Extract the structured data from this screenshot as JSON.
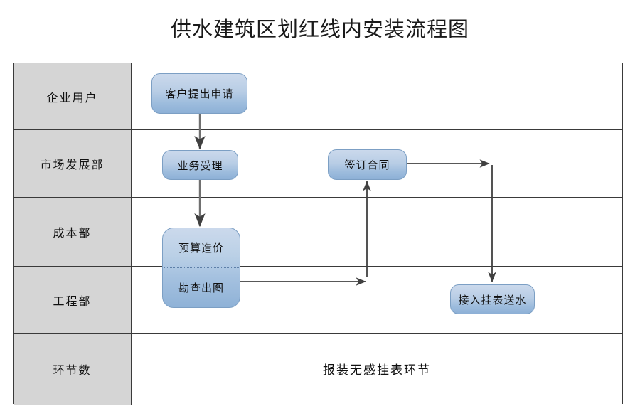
{
  "title": "供水建筑区划红线内安装流程图",
  "lanes": [
    {
      "label": "企业用户"
    },
    {
      "label": "市场发展部"
    },
    {
      "label": "成本部"
    },
    {
      "label": "工程部"
    },
    {
      "label": "环节数"
    }
  ],
  "nodes": {
    "apply": "客户提出申请",
    "accept": "业务受理",
    "contract": "签订合同",
    "budget": "预算造价",
    "survey": "勘查出图",
    "connect": "接入挂表送水"
  },
  "summary": "报装无感挂表环节",
  "colors": {
    "node_fill_top": "#cbd9ec",
    "node_fill_bottom": "#8db0d6",
    "node_border": "#7c9fc4",
    "lane_label_fill": "#d5d5d5",
    "table_border": "#3a3a3a",
    "connector": "#404040",
    "text": "#101010"
  },
  "chart_data": {
    "type": "diagram",
    "diagram_kind": "cross-functional-flowchart",
    "title": "供水建筑区划红线内安装流程图",
    "lanes": [
      "企业用户",
      "市场发展部",
      "成本部",
      "工程部",
      "环节数"
    ],
    "nodes": [
      {
        "id": "apply",
        "label": "客户提出申请",
        "lane": "企业用户"
      },
      {
        "id": "accept",
        "label": "业务受理",
        "lane": "市场发展部"
      },
      {
        "id": "contract",
        "label": "签订合同",
        "lane": "市场发展部"
      },
      {
        "id": "budget",
        "label": "预算造价",
        "lane": "成本部"
      },
      {
        "id": "survey",
        "label": "勘查出图",
        "lane": "工程部"
      },
      {
        "id": "connect",
        "label": "接入挂表送水",
        "lane": "工程部"
      }
    ],
    "edges": [
      {
        "from": "apply",
        "to": "accept",
        "style": "straight-down"
      },
      {
        "from": "accept",
        "to": "budget",
        "style": "straight-down"
      },
      {
        "from": "survey",
        "to": "contract",
        "style": "right-then-up"
      },
      {
        "from": "contract",
        "to": "connect",
        "style": "right-then-down"
      }
    ],
    "annotations": [
      {
        "lane": "环节数",
        "text": "报装无感挂表环节"
      }
    ]
  }
}
